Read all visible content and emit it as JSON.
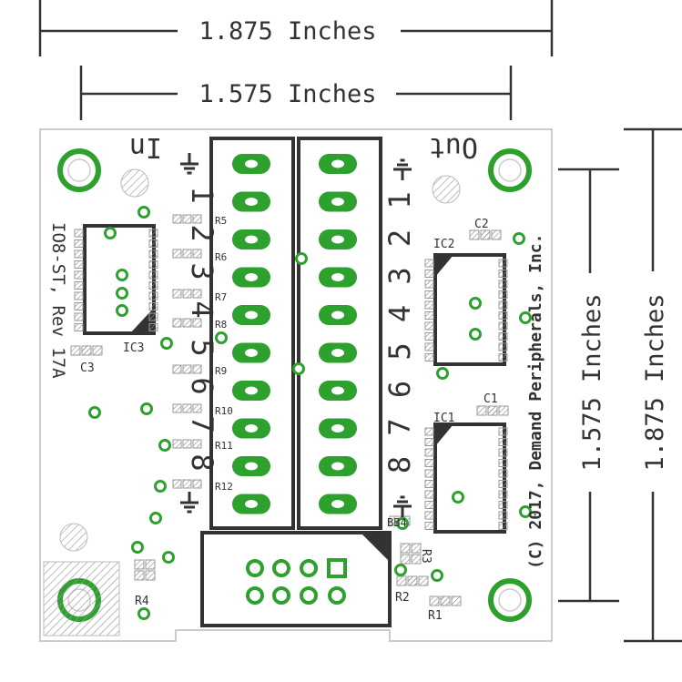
{
  "dimensions": {
    "top_outer": "1.875 Inches",
    "top_inner": "1.575 Inches",
    "right_inner": "1.575 Inches",
    "right_outer": "1.875 Inches"
  },
  "board": {
    "name": "IO8-ST, Rev 17A",
    "copyright": "(C) 2017, Demand Peripherals, Inc.",
    "in_label": "In",
    "out_label": "Out"
  },
  "ics": [
    "IC1",
    "IC2",
    "IC3"
  ],
  "caps": [
    "C1",
    "C2",
    "C3"
  ],
  "resistors": [
    "R1",
    "R2",
    "R3",
    "R4",
    "R5",
    "R6",
    "R7",
    "R8",
    "R9",
    "R10",
    "R11",
    "R12"
  ],
  "bb_label": "BB4",
  "left_numbers": [
    "1",
    "2",
    "3",
    "4",
    "5",
    "6",
    "7",
    "8"
  ],
  "right_numbers": [
    "1",
    "2",
    "3",
    "4",
    "5",
    "6",
    "7",
    "8"
  ],
  "colors": {
    "copper_pad": "#2ea02e",
    "silkscreen": "#333333",
    "smd_pad": "#9a9a9a",
    "hatch": "#999999",
    "background": "#ffffff"
  }
}
